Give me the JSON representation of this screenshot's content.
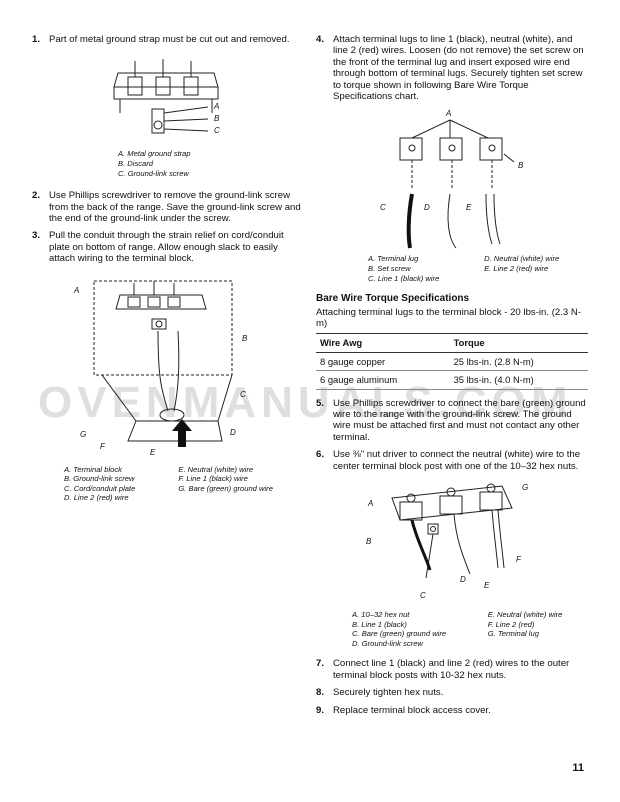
{
  "left": {
    "step1": {
      "num": "1.",
      "text": "Part of metal ground strap must be cut out and removed."
    },
    "fig1": {
      "labels": [
        "A",
        "B",
        "C"
      ],
      "caption": [
        "A. Metal ground strap",
        "B. Discard",
        "C. Ground-link screw"
      ]
    },
    "step2": {
      "num": "2.",
      "text": "Use Phillips screwdriver to remove the ground-link screw from the back of the range. Save the ground-link screw and the end of the ground-link under the screw."
    },
    "step3": {
      "num": "3.",
      "text": "Pull the conduit through the strain relief on cord/conduit plate on bottom of range. Allow enough slack to easily attach wiring to the terminal block."
    },
    "fig2": {
      "labels": {
        "a": "A",
        "b": "B",
        "c": "C",
        "d": "D",
        "e": "E",
        "f": "F",
        "g": "G"
      },
      "caption_col1": [
        "A. Terminal block",
        "B. Ground-link screw",
        "C. Cord/conduit plate",
        "D. Line 2 (red) wire"
      ],
      "caption_col2": [
        "E. Neutral (white) wire",
        "F. Line 1 (black) wire",
        "G. Bare (green) ground wire"
      ]
    }
  },
  "right": {
    "step4": {
      "num": "4.",
      "text": "Attach terminal lugs to line 1 (black), neutral (white), and line 2 (red) wires. Loosen (do not remove) the set screw on the front of the terminal lug and insert exposed wire end through bottom of terminal lugs. Securely tighten set screw to torque shown in following Bare Wire Torque Specifications chart."
    },
    "fig3": {
      "labels": {
        "a": "A",
        "b": "B",
        "c": "C",
        "d": "D",
        "e": "E"
      },
      "caption_col1": [
        "A. Terminal lug",
        "B. Set screw",
        "C. Line 1 (black) wire"
      ],
      "caption_col2": [
        "D. Neutral (white) wire",
        "E. Line 2 (red) wire"
      ]
    },
    "torque": {
      "title": "Bare Wire Torque Specifications",
      "subtitle": "Attaching terminal lugs to the terminal block - 20 lbs-in. (2.3 N-m)",
      "headers": [
        "Wire Awg",
        "Torque"
      ],
      "rows": [
        [
          "8 gauge copper",
          "25 lbs-in. (2.8 N-m)"
        ],
        [
          "6 gauge aluminum",
          "35 lbs-in. (4.0 N-m)"
        ]
      ]
    },
    "step5": {
      "num": "5.",
      "text": "Use Phillips screwdriver to connect the bare (green) ground wire to the range with the ground-link screw. The ground wire must be attached first and must not contact any other terminal."
    },
    "step6": {
      "num": "6.",
      "text": "Use ⅜\" nut driver to connect the neutral (white) wire to the center terminal block post with one of the 10–32 hex nuts."
    },
    "fig4": {
      "labels": {
        "a": "A",
        "b": "B",
        "c": "C",
        "d": "D",
        "e": "E",
        "f": "F",
        "g": "G"
      },
      "caption_col1": [
        "A. 10–32 hex nut",
        "B. Line 1 (black)",
        "C. Bare (green) ground wire",
        "D. Ground-link screw"
      ],
      "caption_col2": [
        "E. Neutral (white) wire",
        "F. Line 2 (red)",
        "G. Terminal lug"
      ]
    },
    "step7": {
      "num": "7.",
      "text": "Connect line 1 (black) and line 2 (red) wires to the outer terminal block posts with 10-32 hex nuts."
    },
    "step8": {
      "num": "8.",
      "text": "Securely tighten hex nuts."
    },
    "step9": {
      "num": "9.",
      "text": "Replace terminal block access cover."
    }
  },
  "watermark": "OVENMANUALS.COM",
  "page_number": "11"
}
